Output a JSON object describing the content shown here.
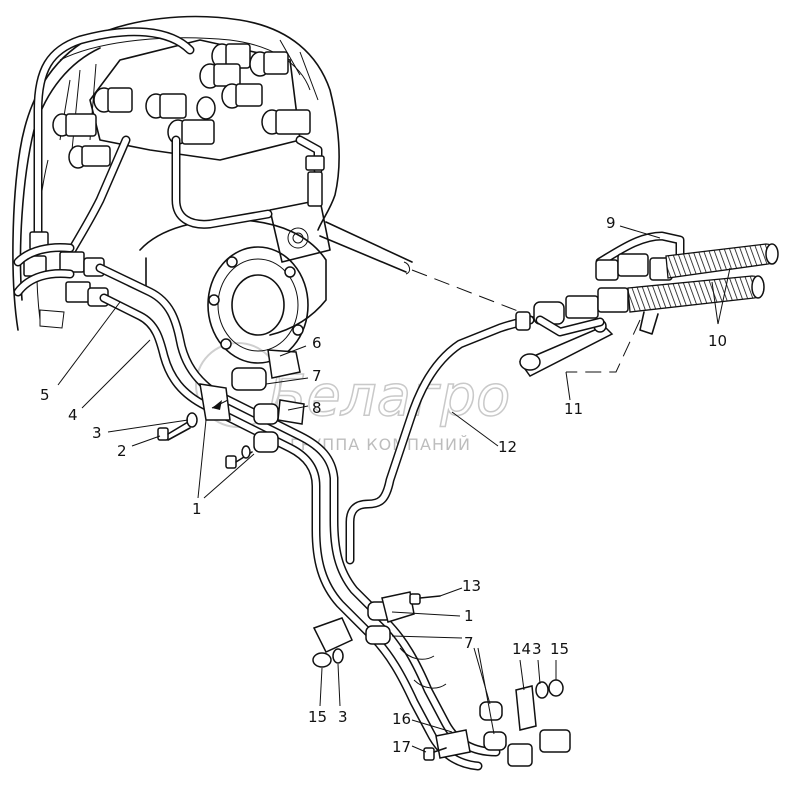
{
  "callouts": {
    "n1a": "1",
    "n2": "2",
    "n3a": "3",
    "n4": "4",
    "n5": "5",
    "n6": "6",
    "n7a": "7",
    "n8": "8",
    "n9": "9",
    "n10": "10",
    "n11": "11",
    "n12": "12",
    "n13": "13",
    "n1b": "1",
    "n7b": "7",
    "n14": "14",
    "n3b": "3",
    "n15a": "15",
    "n15b": "15",
    "n3c": "3",
    "n16": "16",
    "n17": "17"
  },
  "watermark": {
    "brand": "Белагро",
    "subtitle": "ГРУППА КОМПАНИЙ"
  }
}
